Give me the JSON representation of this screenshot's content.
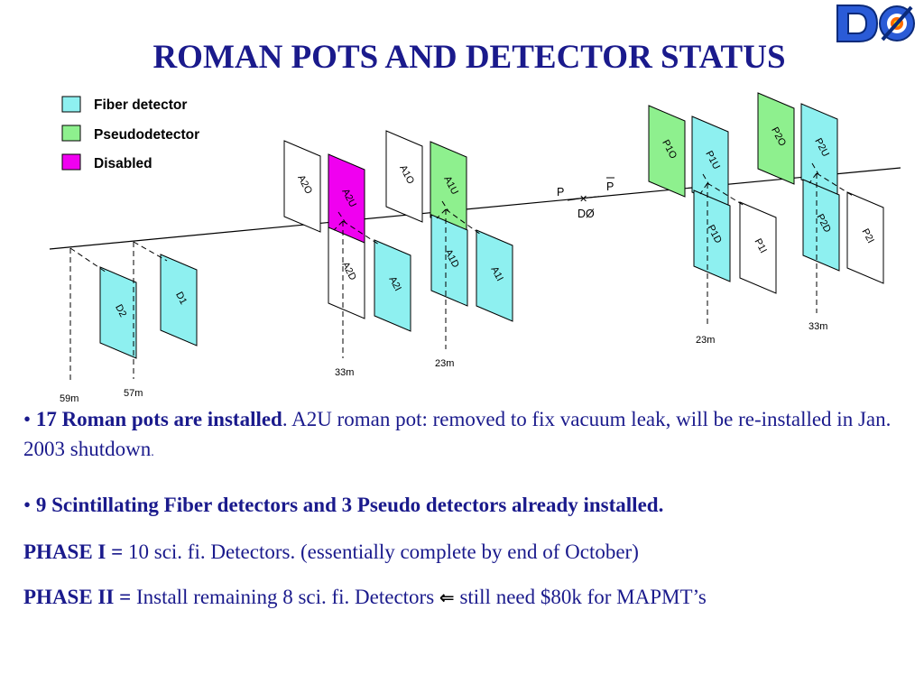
{
  "title": "ROMAN POTS AND DETECTOR  STATUS",
  "logo": {
    "text": "DØ",
    "icon": "d0-experiment-logo"
  },
  "colors": {
    "fiber": "#8ef0f0",
    "pseudo": "#8ef08e",
    "disabled": "#f000f0",
    "pot_default": "#ffffff",
    "title": "#1a1a8c"
  },
  "legend": [
    {
      "label": "Fiber detector",
      "type": "fiber"
    },
    {
      "label": "Pseudodetector",
      "type": "pseudo"
    },
    {
      "label": "Disabled",
      "type": "disabled"
    }
  ],
  "beamline": {
    "p_label": "P",
    "pbar_label": "P",
    "ip_label": "DØ"
  },
  "pots": [
    {
      "label": "D2",
      "status": "fiber"
    },
    {
      "label": "D1",
      "status": "fiber"
    },
    {
      "label": "A2O",
      "status": "none"
    },
    {
      "label": "A2U",
      "status": "disabled"
    },
    {
      "label": "A2D",
      "status": "none"
    },
    {
      "label": "A2I",
      "status": "fiber"
    },
    {
      "label": "A1O",
      "status": "none"
    },
    {
      "label": "A1U",
      "status": "pseudo"
    },
    {
      "label": "A1D",
      "status": "fiber"
    },
    {
      "label": "A1I",
      "status": "fiber"
    },
    {
      "label": "P1O",
      "status": "pseudo"
    },
    {
      "label": "P1U",
      "status": "fiber"
    },
    {
      "label": "P1D",
      "status": "fiber"
    },
    {
      "label": "P1I",
      "status": "none"
    },
    {
      "label": "P2O",
      "status": "pseudo"
    },
    {
      "label": "P2U",
      "status": "fiber"
    },
    {
      "label": "P2D",
      "status": "fiber"
    },
    {
      "label": "P2I",
      "status": "none"
    }
  ],
  "distances": [
    "59m",
    "57m",
    "33m",
    "23m",
    "23m",
    "33m"
  ],
  "bullets": {
    "b1_bold": "17 Roman pots are installed",
    "b1_text": ". A2U roman pot: removed to fix vacuum leak, will be re-installed in Jan. 2003 shutdown",
    "b1_end": ".",
    "b2_bold": "9 Scintillating Fiber detectors and 3 Pseudo detectors already installed."
  },
  "phase1": {
    "label": "PHASE I =",
    "text": " 10 sci. fi. Detectors. (essentially complete by end of October)"
  },
  "phase2": {
    "label": "PHASE II =",
    "text": " Install remaining 8 sci. fi. Detectors",
    "arrow": "⇐",
    "text2": " still need $80k for MAPMT’s"
  }
}
